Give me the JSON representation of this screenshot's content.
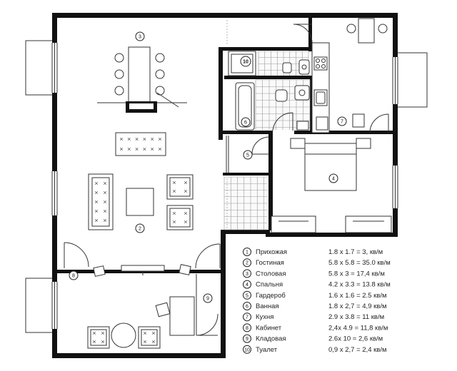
{
  "room_markers": {
    "living": "2",
    "dining": "3",
    "bedroom": "4",
    "wardrobe": "5",
    "bathroom": "6",
    "kitchen": "7",
    "study": "8",
    "storage": "9",
    "toilet": "10"
  },
  "legend": [
    {
      "num": "1",
      "name": "Прихожая",
      "value": "1.8 x 1.7 =  3,  кв/м"
    },
    {
      "num": "2",
      "name": "Гостиная",
      "value": "5.8 x 5.8 = 35.0  кв/м"
    },
    {
      "num": "3",
      "name": "Столовая",
      "value": "5.8 x 3  = 17,4 кв/м"
    },
    {
      "num": "4",
      "name": "Спальня",
      "value": "4.2 x 3.3 = 13.8 кв/м"
    },
    {
      "num": "5",
      "name": "Гардероб",
      "value": "1.6 x 1.6 = 2.5 кв/м"
    },
    {
      "num": "6",
      "name": "Ванная",
      "value": "1.8 x 2,7 = 4,9 кв/м"
    },
    {
      "num": "7",
      "name": "Кухня",
      "value": "2.9 x 3.8 = 11 кв/м"
    },
    {
      "num": "8",
      "name": "Кабинет",
      "value": "2,4x 4.9 = 11,8 кв/м"
    },
    {
      "num": "9",
      "name": "Кладовая",
      "value": "2.6x 10 = 2,6 кв/м"
    },
    {
      "num": "10",
      "name": "Туалет",
      "value": " 0,9 x 2,7 = 2,4 кв/м"
    }
  ]
}
